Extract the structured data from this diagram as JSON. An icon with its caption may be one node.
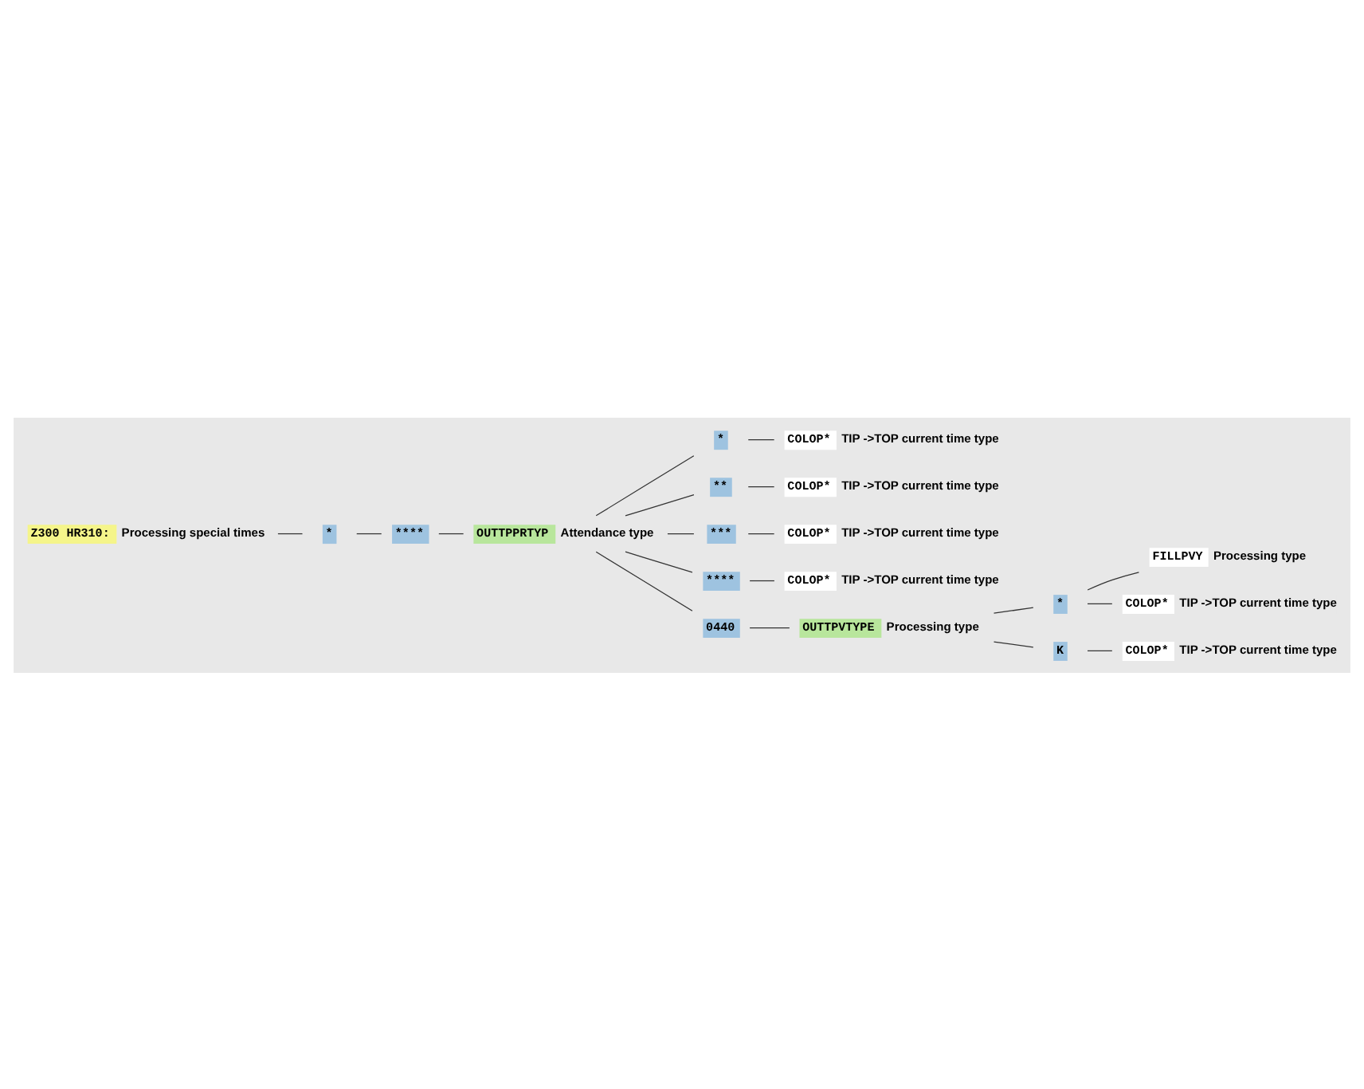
{
  "diagram": {
    "nodes": [
      {
        "text": [
          "Z300 HR310:",
          "Processing special times"
        ]
      },
      {
        "text": [
          "*"
        ]
      },
      {
        "text": [
          "****"
        ]
      },
      {
        "text": [
          "OUTTPPRTYP",
          "Attendance type"
        ]
      },
      {
        "text": [
          "*"
        ]
      },
      {
        "text": [
          "COLOP*",
          "TIP ->TOP current time type"
        ]
      },
      {
        "text": [
          "**"
        ]
      },
      {
        "text": [
          "COLOP*",
          "TIP ->TOP current time type"
        ]
      },
      {
        "text": [
          "***"
        ]
      },
      {
        "text": [
          "COLOP*",
          "TIP ->TOP current time type"
        ]
      },
      {
        "text": [
          "****"
        ]
      },
      {
        "text": [
          "COLOP*",
          "TIP ->TOP current time type"
        ]
      },
      {
        "text": [
          "0440"
        ]
      },
      {
        "text": [
          "OUTTPVTYPE",
          "Processing type"
        ]
      },
      {
        "text": [
          "*"
        ]
      },
      {
        "text": [
          "FILLPVY",
          "Processing type"
        ]
      },
      {
        "text": [
          "COLOP*",
          "TIP ->TOP current time type"
        ]
      },
      {
        "text": [
          "K"
        ]
      },
      {
        "text": [
          "COLOP*",
          "TIP ->TOP current time type"
        ]
      }
    ],
    "edges": [
      {
        "from": 0,
        "to": 1,
        "arrow": "none"
      },
      {
        "from": 1,
        "to": 2,
        "arrow": "none"
      },
      {
        "from": 2,
        "to": 3,
        "arrow": "none"
      },
      {
        "from": 3,
        "to": 4,
        "arrow": "none"
      },
      {
        "from": 4,
        "to": 5,
        "arrow": "none"
      },
      {
        "from": 3,
        "to": 6,
        "arrow": "none"
      },
      {
        "from": 6,
        "to": 7,
        "arrow": "none"
      },
      {
        "from": 3,
        "to": 8,
        "arrow": "none"
      },
      {
        "from": 8,
        "to": 9,
        "arrow": "none"
      },
      {
        "from": 3,
        "to": 10,
        "arrow": "none"
      },
      {
        "from": 10,
        "to": 11,
        "arrow": "none"
      },
      {
        "from": 3,
        "to": 12,
        "arrow": "none"
      },
      {
        "from": 12,
        "to": 13,
        "arrow": "none"
      },
      {
        "from": 13,
        "to": 14,
        "arrow": "none"
      },
      {
        "from": 14,
        "to": 15,
        "arrow": "none"
      },
      {
        "from": 14,
        "to": 16,
        "arrow": "none"
      },
      {
        "from": 13,
        "to": 17,
        "arrow": "none"
      },
      {
        "from": 17,
        "to": 18,
        "arrow": "none"
      }
    ]
  }
}
